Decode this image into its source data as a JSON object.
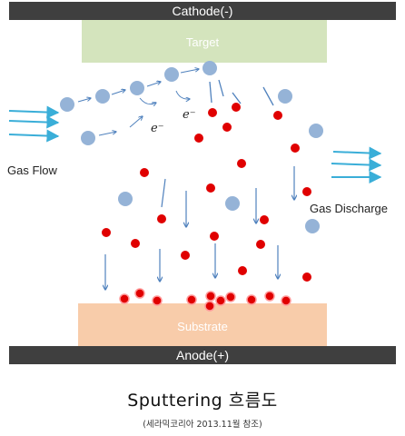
{
  "cathode_label": "Cathode(-)",
  "target_label": "Target",
  "substrate_label": "Substrate",
  "anode_label": "Anode(+)",
  "gas_flow_label": "Gas Flow",
  "gas_discharge_label": "Gas Discharge",
  "electron_label": "e⁻",
  "caption": {
    "title": "Sputtering 흐름도",
    "source": "(세라믹코리아 2013.11월 참조)"
  },
  "colors": {
    "electrode": "#3f3f3f",
    "target": "#d4e4bd",
    "substrate": "#f8ccaa",
    "gas_ion": "#95b3d7",
    "sputtered_atom": "#e00000",
    "flow_arrow": "#3aaed8",
    "path_arrow": "#4f81bd",
    "deposited_atom_ring": "#ff9a9a"
  }
}
